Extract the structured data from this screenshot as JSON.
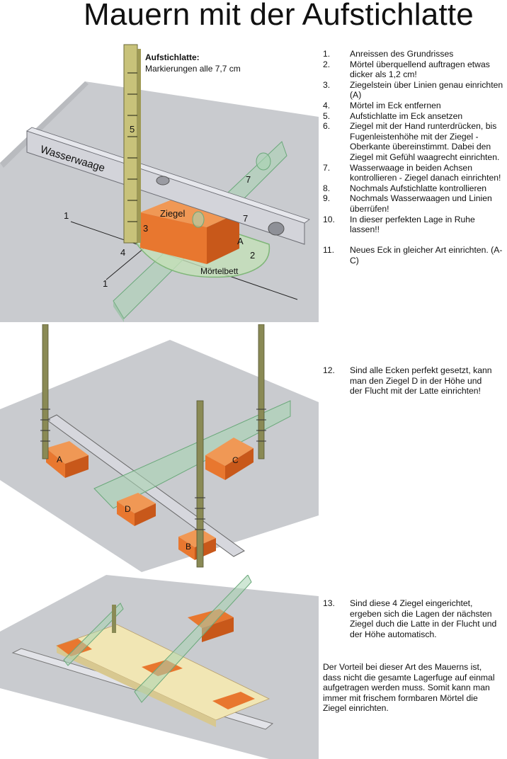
{
  "title": "Mauern mit der Aufstichlatte",
  "top_figure": {
    "callout_title": "Aufstichlatte:",
    "callout_text": "Markierungen alle 7,7 cm",
    "labels": {
      "wasserwaage": "Wasserwaage",
      "ziegel": "Ziegel",
      "moertelbett": "Mörtelbett",
      "a": "A",
      "n1": "1",
      "n1b": "1",
      "n2": "2",
      "n3": "3",
      "n4": "4",
      "n5": "5",
      "n7": "7",
      "n7b": "7"
    }
  },
  "middle_figure": {
    "labels": {
      "a": "A",
      "b": "B",
      "c": "C",
      "d": "D"
    }
  },
  "steps": [
    {
      "num": "1.",
      "text": "Anreissen des Grundrisses"
    },
    {
      "num": "2.",
      "text": "Mörtel überquellend auftragen etwas dicker als 1,2 cm!"
    },
    {
      "num": "3.",
      "text": "Ziegelstein über Linien genau einrichten (A)"
    },
    {
      "num": "4.",
      "text": "Mörtel im Eck entfernen"
    },
    {
      "num": "5.",
      "text": "Aufstichlatte im Eck ansetzen"
    },
    {
      "num": "6.",
      "text": "Ziegel mit der Hand runterdrücken, bis Fugenleistenhöhe mit der Ziegel - Oberkante übereinstimmt. Dabei den Ziegel mit Gefühl waagrecht einrichten."
    },
    {
      "num": "7.",
      "text": "Wasserwaage in beiden Achsen kontrollieren - Ziegel danach einrichten!"
    },
    {
      "num": "8.",
      "text": "Nochmals Aufstichlatte kontrollieren"
    },
    {
      "num": "9.",
      "text": "Nochmals Wasserwaagen und Linien überrüfen!"
    },
    {
      "num": "10.",
      "text": "In dieser perfekten Lage in Ruhe lassen!!"
    },
    {
      "num": "11.",
      "text": "Neues Eck in gleicher Art einrichten. (A-C)"
    }
  ],
  "step12": {
    "num": "12.",
    "text": "Sind alle Ecken perfekt gesetzt, kann man den Ziegel D in der Höhe und der Flucht mit der Latte einrichten!"
  },
  "step13": {
    "num": "13.",
    "text": "Sind diese 4 Ziegel eingerichtet, ergeben sich die Lagen der nächsten Ziegel duch die Latte in der Flucht und der Höhe automatisch."
  },
  "conclusion": "Der Vorteil bei dieser Art des Mauerns ist, dass nicht die gesamte Lagerfuge auf einmal aufgetragen werden muss. Somit kann man immer mit frischem formbaren Mörtel die Ziegel einrichten.",
  "colors": {
    "ground": "#c9cbcf",
    "brick": "#e8772f",
    "brick_dark": "#c8581a",
    "latte": "#c8c27a",
    "glass": "#a8d4b2",
    "level": "#d3d4da",
    "cream_brick": "#f1e6b4"
  }
}
